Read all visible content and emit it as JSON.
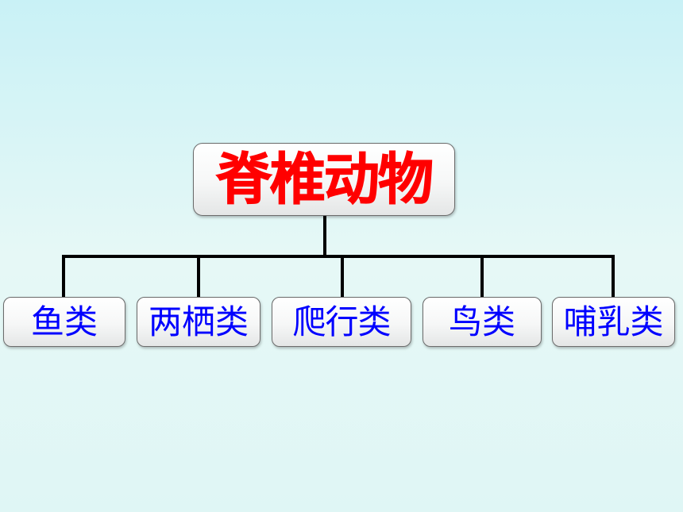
{
  "diagram": {
    "root": {
      "label": "脊椎动物"
    },
    "children": [
      {
        "label": "鱼类"
      },
      {
        "label": "两栖类"
      },
      {
        "label": "爬行类"
      },
      {
        "label": "鸟类"
      },
      {
        "label": "哺乳类"
      }
    ]
  },
  "colors": {
    "root_text": "#ff0000",
    "child_text": "#0000ff",
    "connector": "#000000",
    "background": "#d8f5f5"
  }
}
